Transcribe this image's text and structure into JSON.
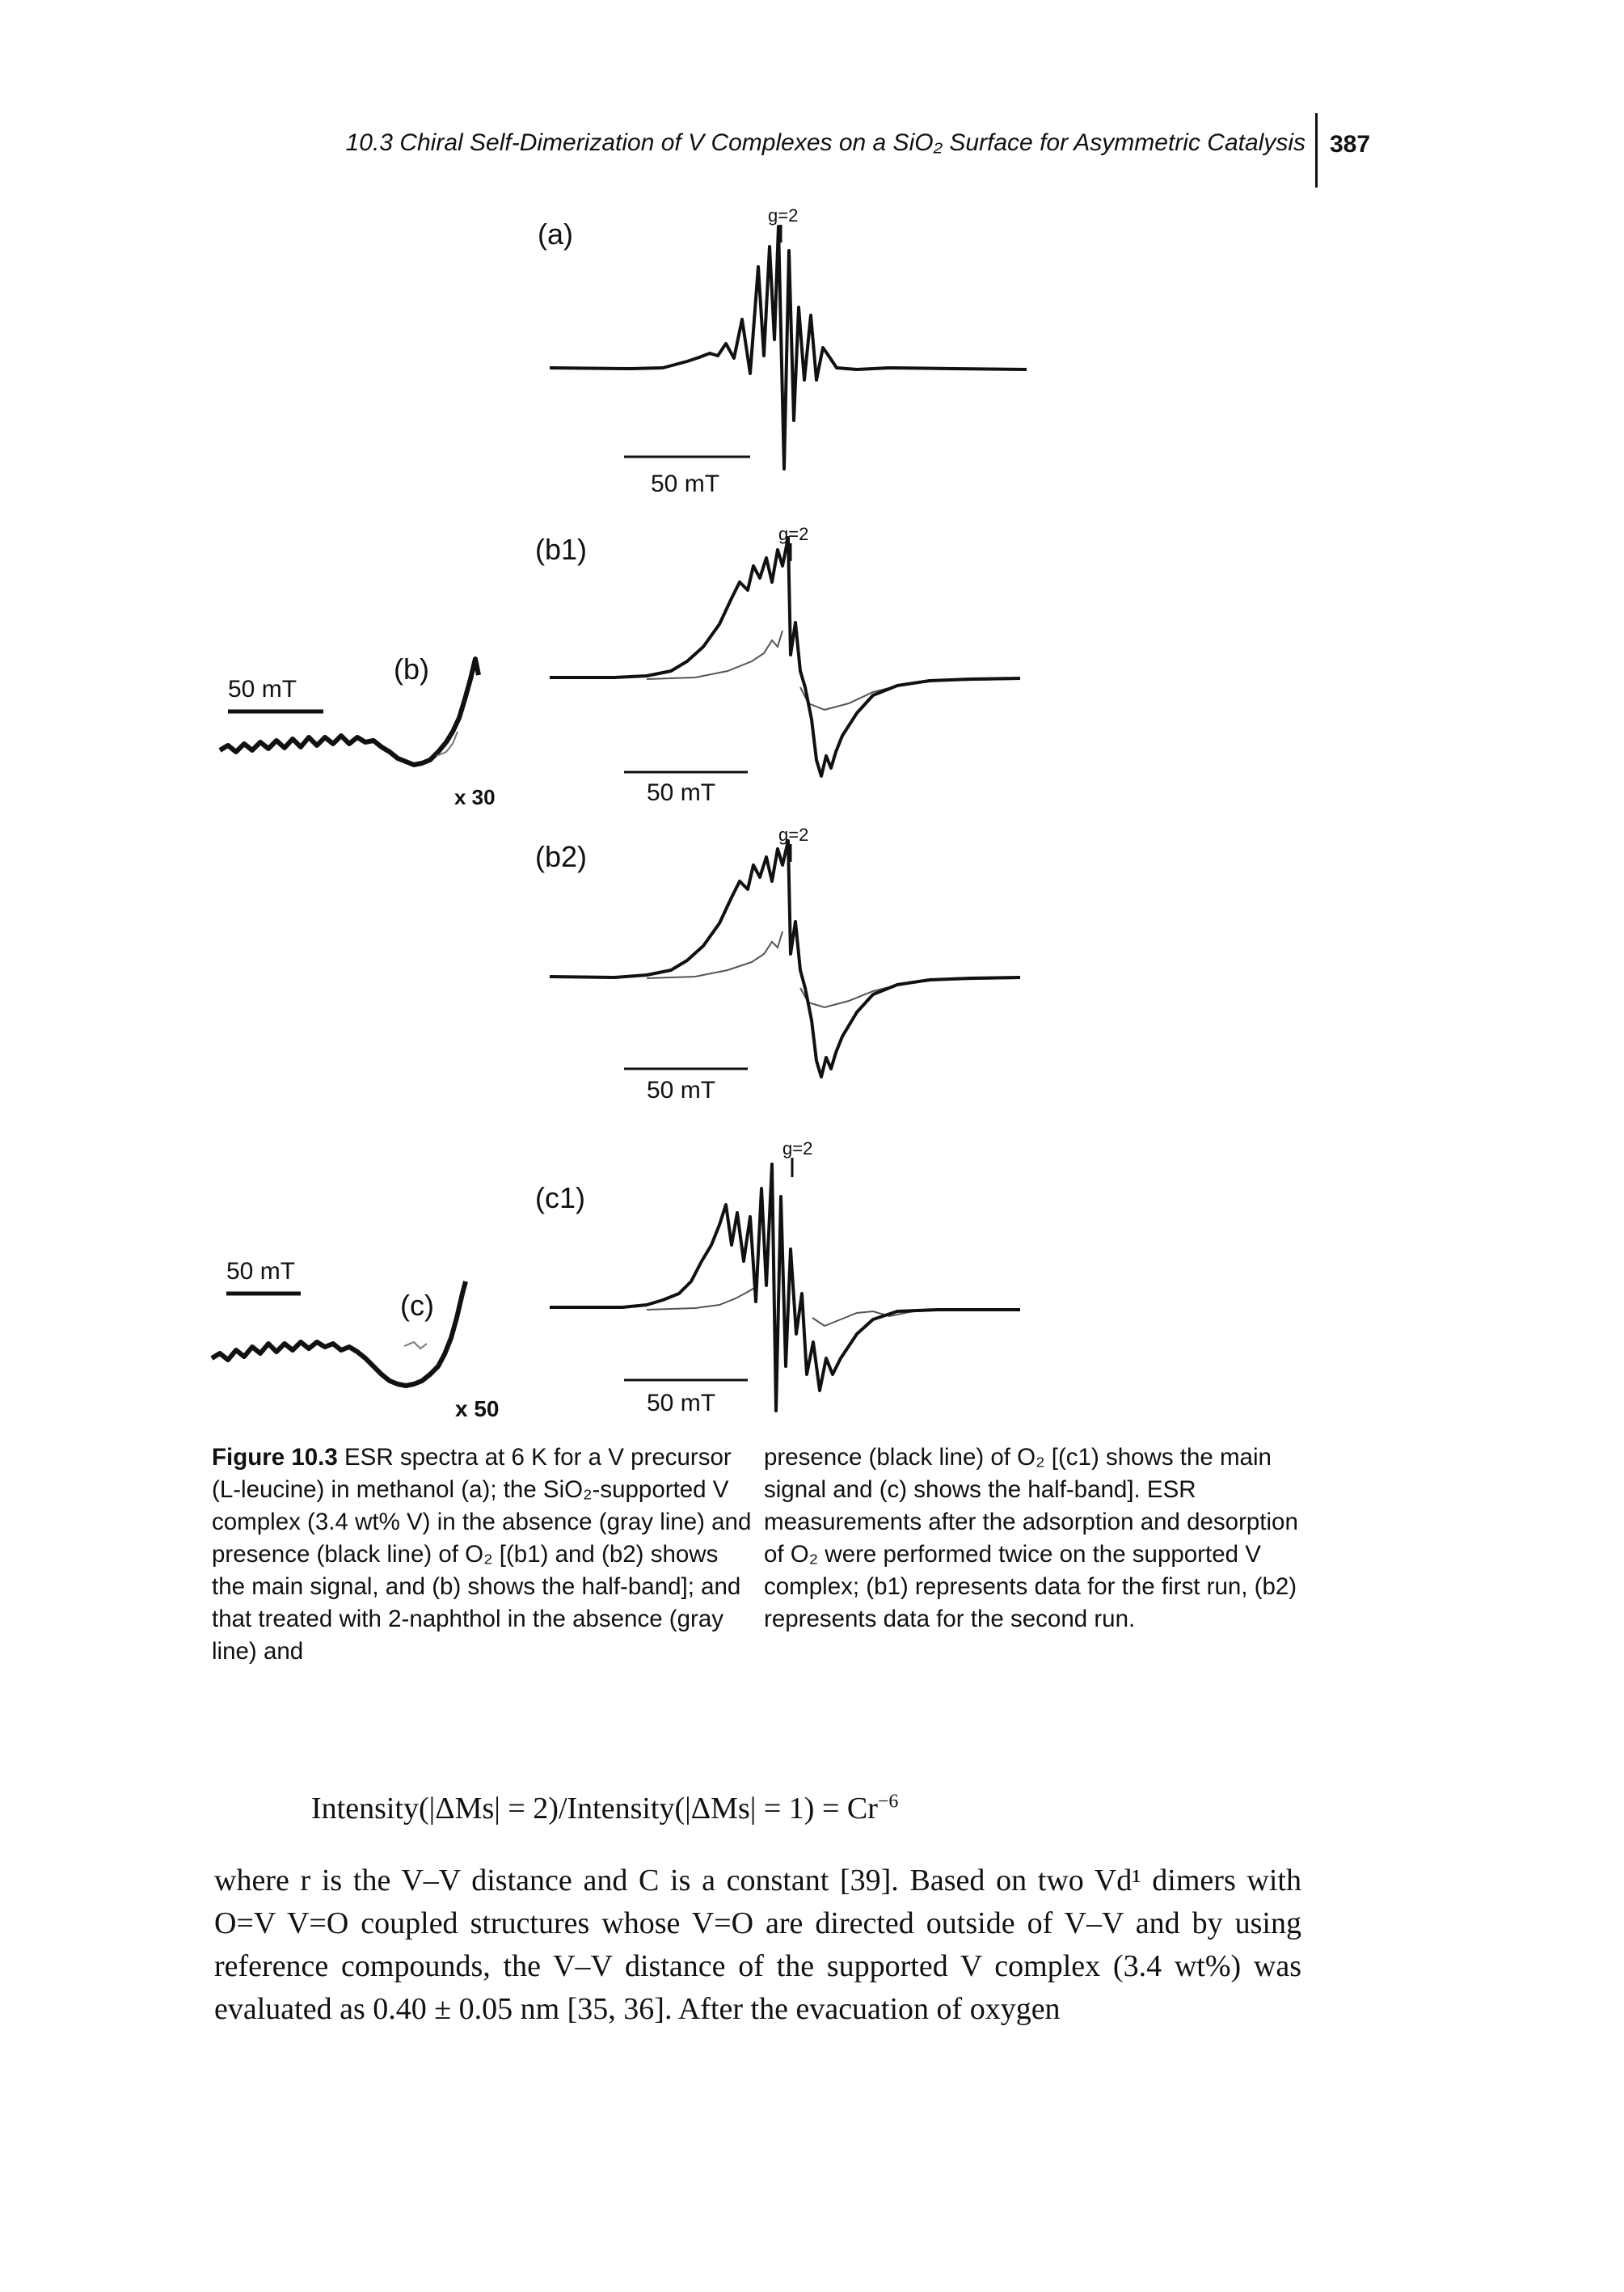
{
  "header": {
    "running_head": "10.3 Chiral Self-Dimerization of V Complexes on a SiO₂ Surface for Asymmetric Catalysis",
    "page_number": "387"
  },
  "figure": {
    "panels": {
      "a": {
        "label": "(a)",
        "g_marker": "g=2",
        "scale": "50 mT"
      },
      "b1": {
        "label": "(b1)",
        "g_marker": "g=2",
        "scale": "50 mT"
      },
      "b2": {
        "label": "(b2)",
        "g_marker": "g=2",
        "scale": "50 mT"
      },
      "c1": {
        "label": "(c1)",
        "g_marker": "g=2",
        "scale": "50 mT"
      },
      "b": {
        "label": "(b)",
        "scale": "50 mT",
        "multiplier": "x 30"
      },
      "c": {
        "label": "(c)",
        "scale": "50 mT",
        "multiplier": "x 50"
      }
    }
  },
  "caption": {
    "fig_label": "Figure 10.3",
    "left_text": " ESR spectra at 6 K for a V precursor (L-leucine) in methanol (a); the SiO₂-supported V complex (3.4 wt% V) in the absence (gray line) and presence (black line) of O₂ [(b1) and (b2) shows the main signal, and (b) shows the half-band]; and that treated with 2-naphthol in the absence (gray line) and",
    "right_text": "presence (black line) of O₂ [(c1) shows the main signal and (c) shows the half-band]. ESR measurements after the adsorption and desorption of O₂ were performed twice on the supported V complex; (b1) represents data for the first run, (b2) represents data for the second run."
  },
  "equation": {
    "text": "Intensity(|ΔMs| = 2)/Intensity(|ΔMs| = 1) = Cr",
    "superscript": "−6"
  },
  "body": {
    "paragraph": "where r is the V–V distance and C is a constant [39]. Based on two Vd¹ dimers with O=V V=O coupled structures whose V=O are directed outside of V–V and by using reference compounds, the V–V distance of the supported V complex (3.4 wt%) was evaluated as 0.40 ± 0.05 nm [35, 36]. After the evacuation of oxygen"
  }
}
